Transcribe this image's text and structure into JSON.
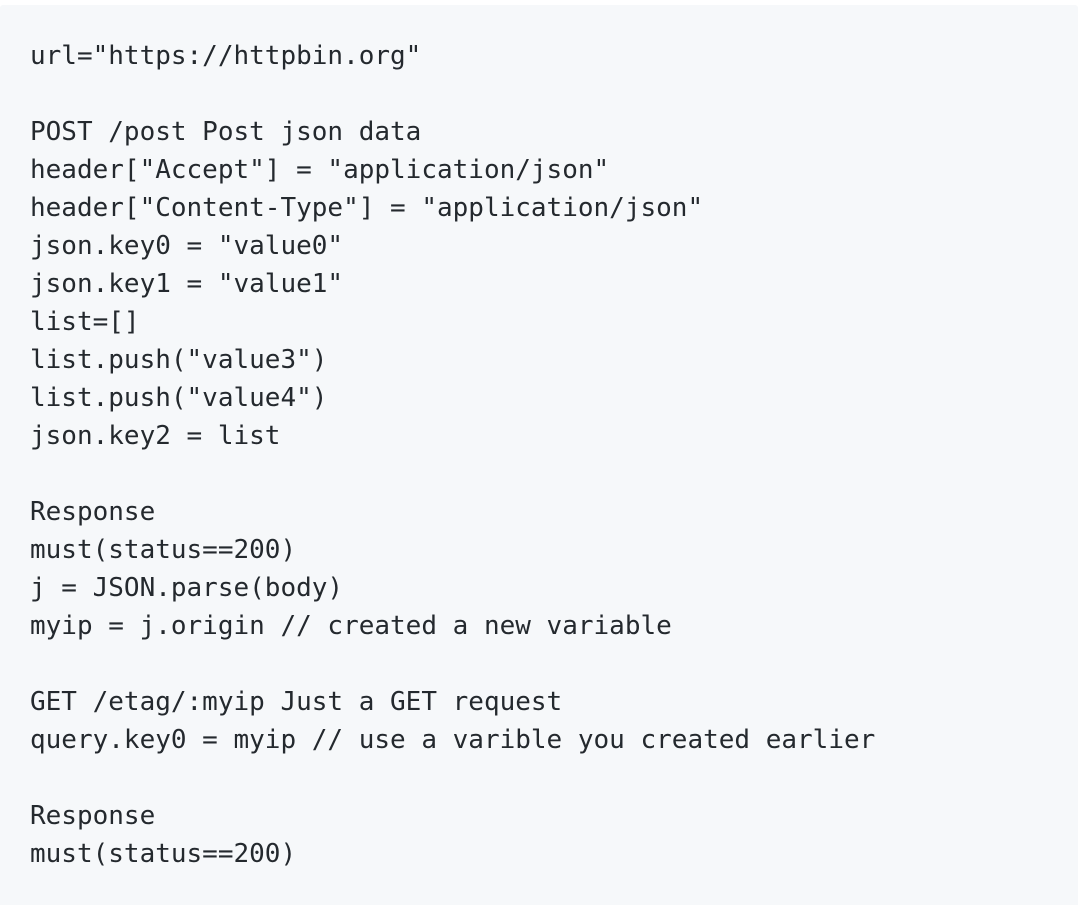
{
  "page": {
    "background_color": "#ffffff"
  },
  "code_block": {
    "background_color": "#f6f8fa",
    "text_color": "#24292e",
    "lines": [
      "url=\"https://httpbin.org\"",
      "",
      "POST /post Post json data",
      "header[\"Accept\"] = \"application/json\"",
      "header[\"Content-Type\"] = \"application/json\"",
      "json.key0 = \"value0\"",
      "json.key1 = \"value1\"",
      "list=[]",
      "list.push(\"value3\")",
      "list.push(\"value4\")",
      "json.key2 = list",
      "",
      "Response",
      "must(status==200)",
      "j = JSON.parse(body)",
      "myip = j.origin // created a new variable",
      "",
      "GET /etag/:myip Just a GET request",
      "query.key0 = myip // use a varible you created earlier",
      "",
      "Response",
      "must(status==200)"
    ]
  }
}
